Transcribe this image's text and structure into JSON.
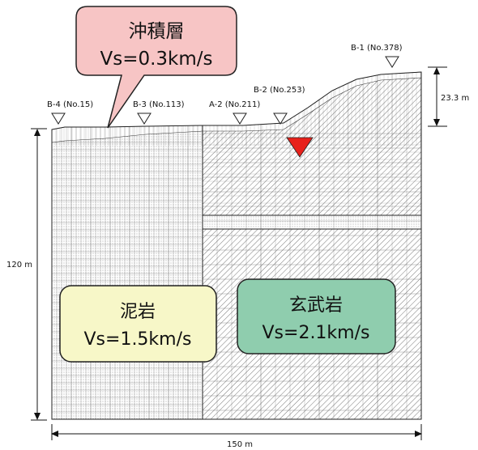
{
  "boreholes": [
    {
      "id": "b4",
      "label": "B-4 (No.15)"
    },
    {
      "id": "b3",
      "label": "B-3 (No.113)"
    },
    {
      "id": "a2",
      "label": "A-2 (No.211)"
    },
    {
      "id": "b2",
      "label": "B-2 (No.253)"
    },
    {
      "id": "b1",
      "label": "B-1 (No.378)"
    }
  ],
  "dimensions": {
    "height_label": "120 m",
    "width_label": "150 m",
    "relief_label": "23.3 m"
  },
  "layers": {
    "alluvium": {
      "name": "沖積層",
      "vs": "Vs=0.3km/s",
      "color": "#f7c5c5"
    },
    "mudstone": {
      "name": "泥岩",
      "vs": "Vs=1.5km/s",
      "color": "#f7f7c8"
    },
    "basalt": {
      "name": "玄武岩",
      "vs": "Vs=2.1km/s",
      "color": "#8fcdae"
    }
  },
  "colors": {
    "source_marker": "#e8211b",
    "grid_line": "#444444"
  }
}
